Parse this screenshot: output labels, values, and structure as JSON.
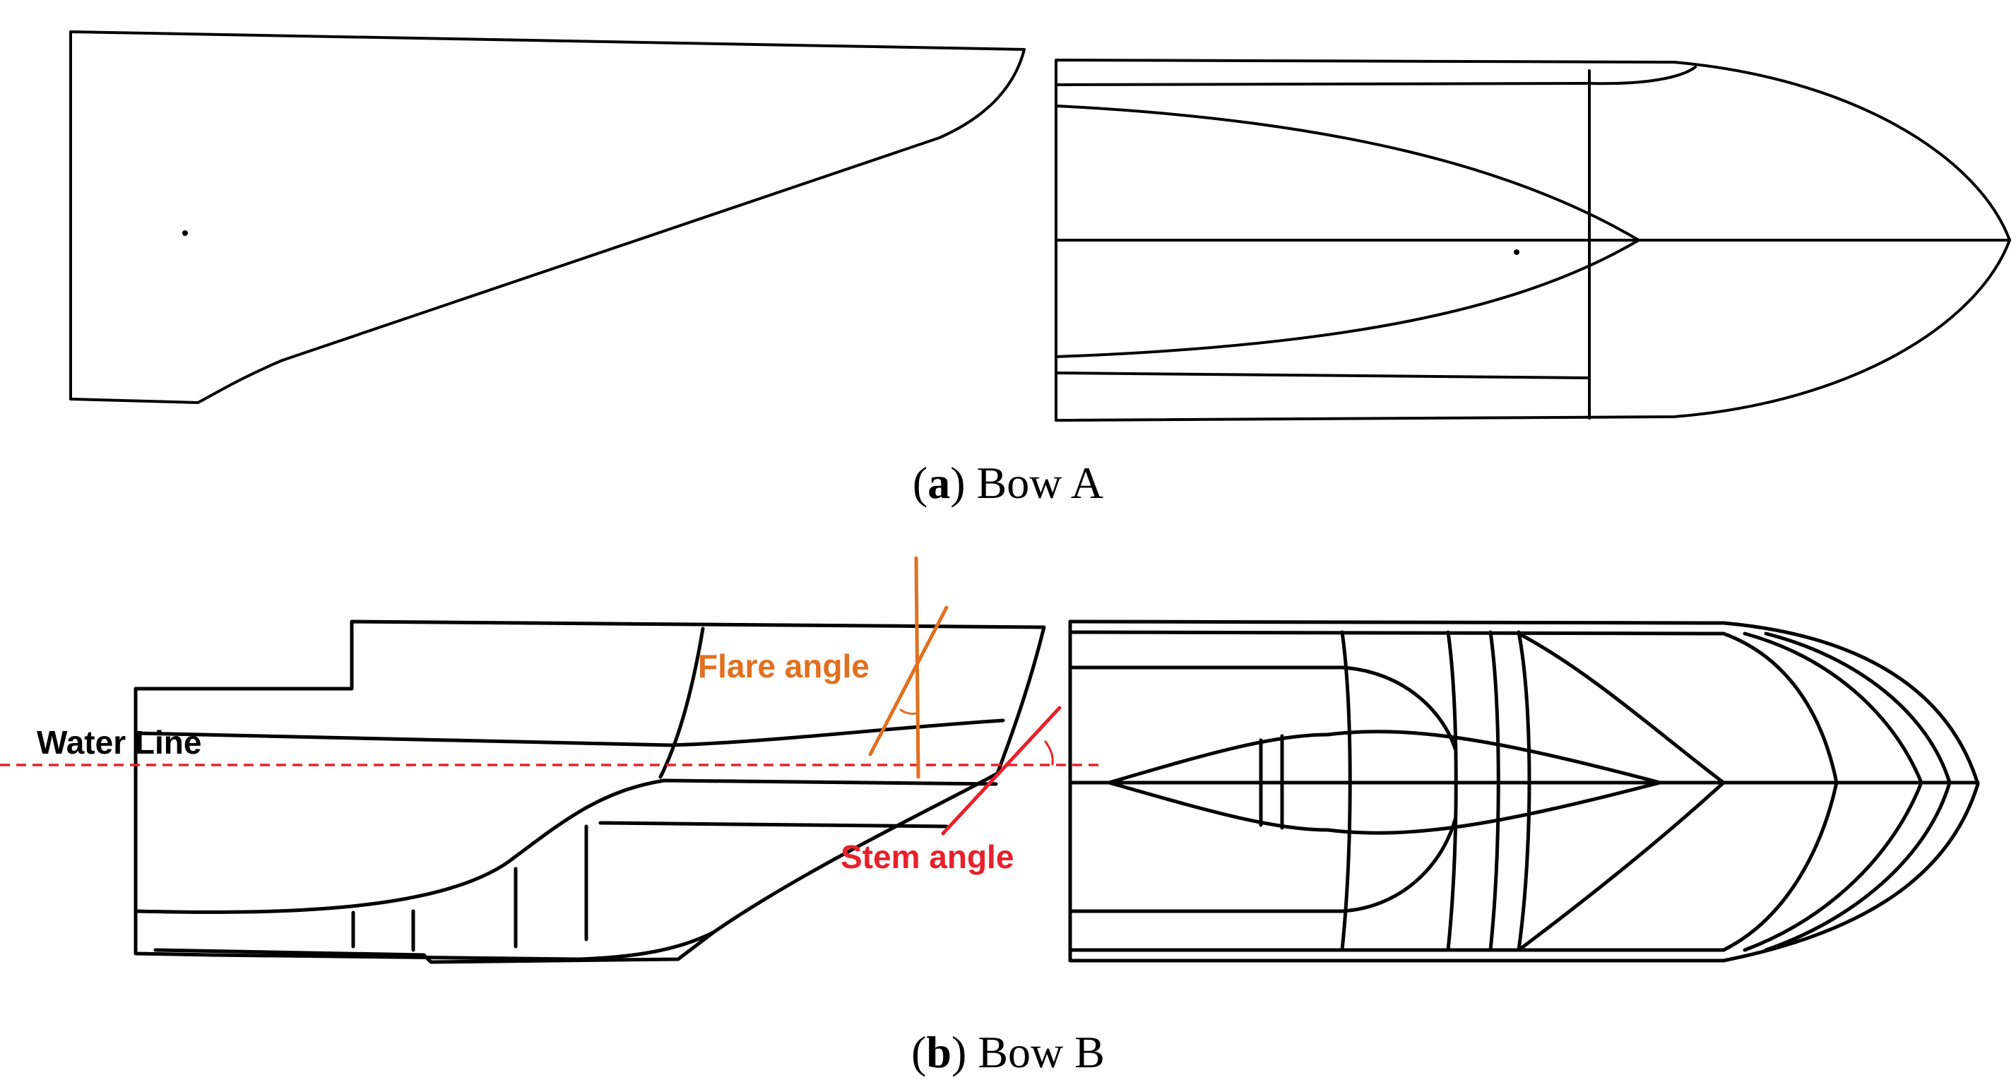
{
  "figure": {
    "panel_a": {
      "caption_letter": "a",
      "caption_text": "Bow A"
    },
    "panel_b": {
      "caption_letter": "b",
      "caption_text": "Bow B",
      "labels": {
        "water_line": "Water Line",
        "flare_angle": "Flare angle",
        "stem_angle": "Stem angle"
      }
    }
  },
  "colors": {
    "outline": "#000000",
    "flare": "#E07020",
    "stem": "#E8202A",
    "water_line": "#E8202A"
  }
}
